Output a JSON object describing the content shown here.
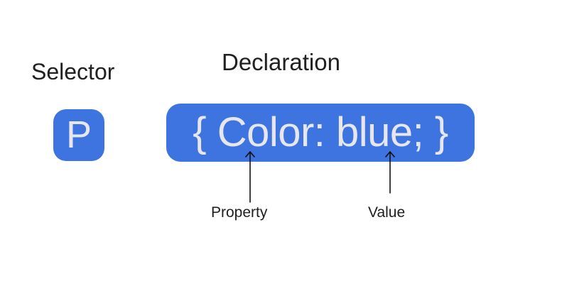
{
  "selector": {
    "heading": "Selector",
    "symbol": "P"
  },
  "declaration": {
    "heading": "Declaration",
    "code": "{ Color: blue; }"
  },
  "annotations": {
    "property": "Property",
    "value": "Value"
  },
  "colors": {
    "box_fill": "#3d74e0",
    "box_text": "#e6e6ec",
    "text": "#202020",
    "arrow": "#111111"
  }
}
